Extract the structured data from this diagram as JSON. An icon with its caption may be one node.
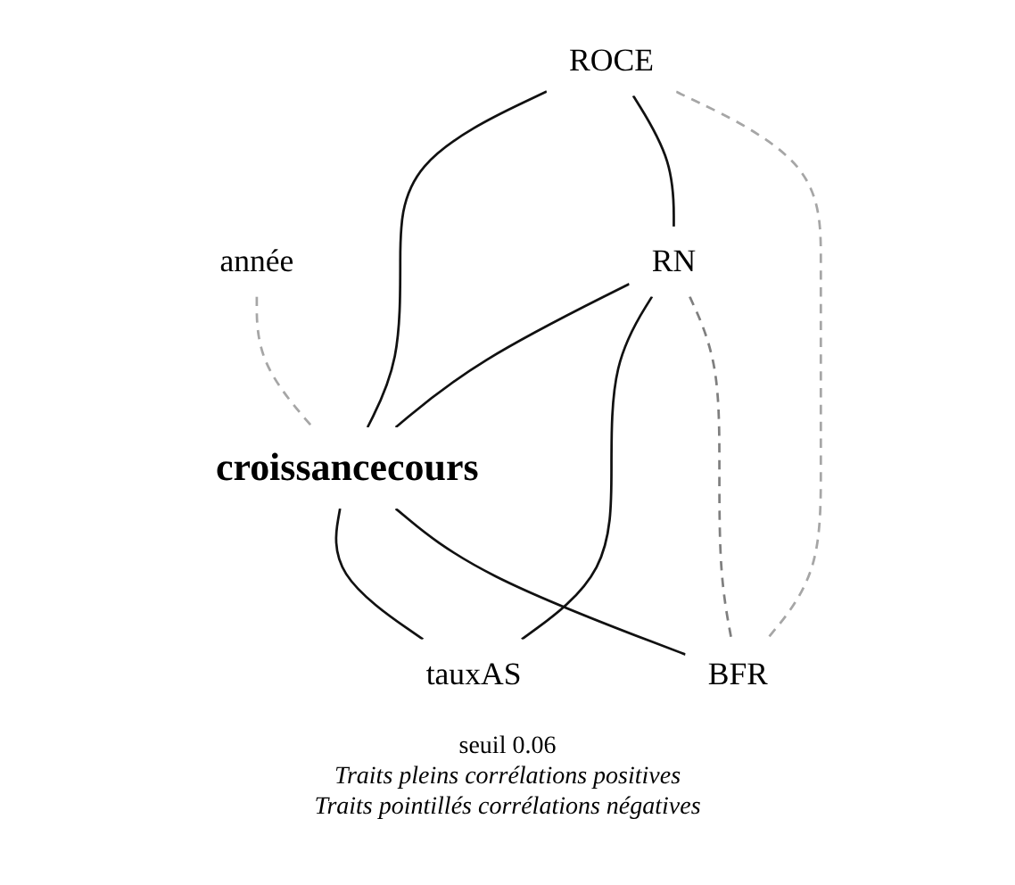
{
  "diagram": {
    "nodes": [
      {
        "text": [
          "ROCE"
        ]
      },
      {
        "text": [
          "année"
        ]
      },
      {
        "text": [
          "croissancecours"
        ]
      },
      {
        "text": [
          "RN"
        ]
      },
      {
        "text": [
          "tauxAS"
        ]
      },
      {
        "text": [
          "BFR"
        ]
      }
    ],
    "edges": [
      {
        "from": 0,
        "to": 2,
        "arrow": "none"
      },
      {
        "from": 0,
        "to": 3,
        "arrow": "none"
      },
      {
        "from": 0,
        "to": 5,
        "arrow": "none",
        "style": "dashed",
        "color": "#a6a6a6"
      },
      {
        "from": 1,
        "to": 2,
        "arrow": "none",
        "style": "dashed",
        "color": "#a6a6a6"
      },
      {
        "from": 3,
        "to": 2,
        "arrow": "none"
      },
      {
        "from": 2,
        "to": 4,
        "arrow": "none"
      },
      {
        "from": 2,
        "to": 5,
        "arrow": "none"
      },
      {
        "from": 3,
        "to": 4,
        "arrow": "none"
      },
      {
        "from": 3,
        "to": 5,
        "arrow": "none",
        "style": "dashed",
        "color": "#7f7f7f"
      }
    ],
    "labels": [
      "seuil 0.06",
      "Traits pleins corrélations positives",
      "Traits pointillés corrélations négatives"
    ]
  }
}
